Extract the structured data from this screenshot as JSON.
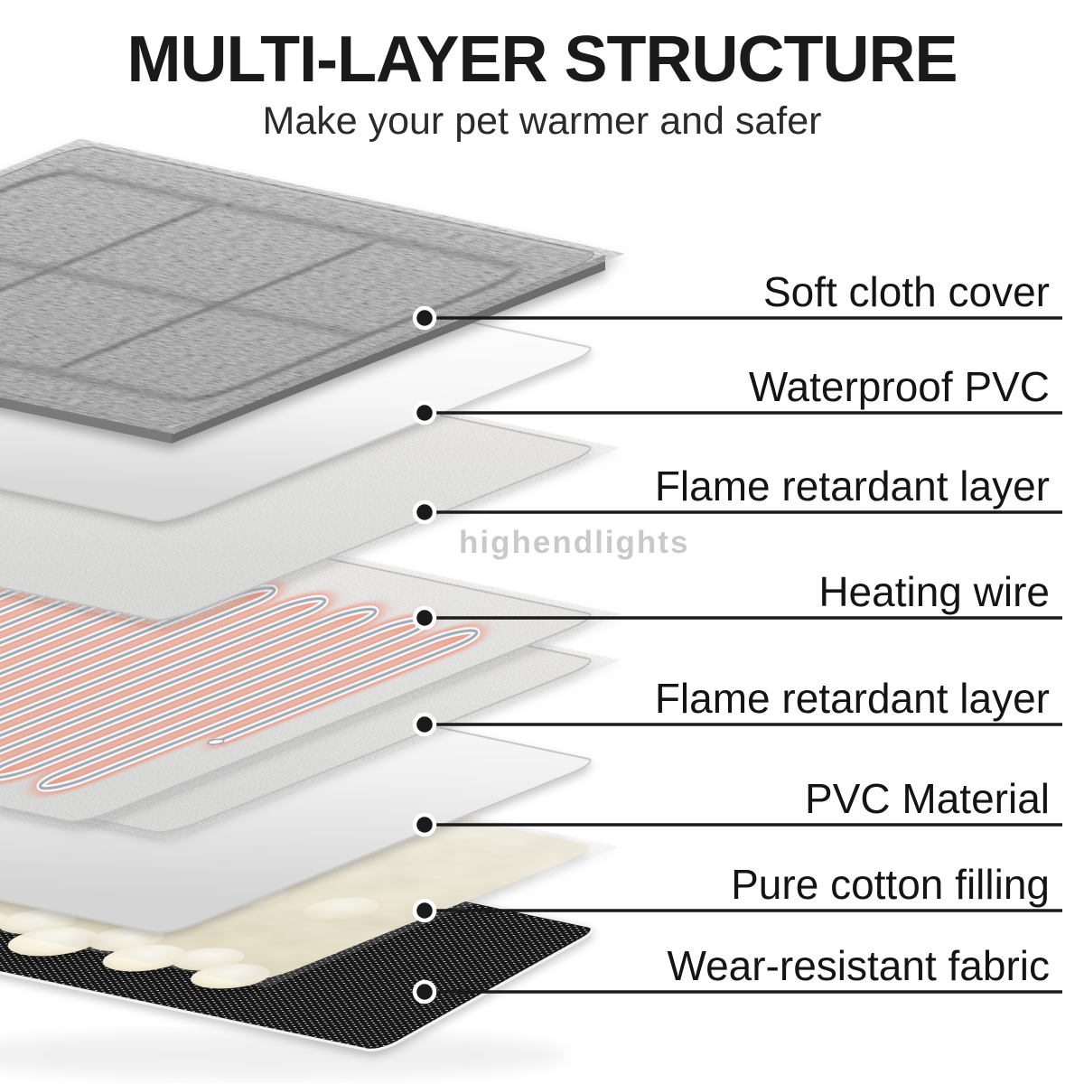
{
  "header": {
    "title": "MULTI-LAYER STRUCTURE",
    "subtitle": "Make your pet warmer and safer"
  },
  "watermark": "highendlights",
  "layers": [
    {
      "id": "soft-cloth-cover",
      "label": "Soft cloth cover"
    },
    {
      "id": "waterproof-pvc",
      "label": "Waterproof PVC"
    },
    {
      "id": "flame-retardant-layer-top",
      "label": "Flame retardant layer"
    },
    {
      "id": "heating-wire",
      "label": "Heating wire"
    },
    {
      "id": "flame-retardant-layer-bottom",
      "label": "Flame retardant layer"
    },
    {
      "id": "pvc-material",
      "label": "PVC Material"
    },
    {
      "id": "pure-cotton-filling",
      "label": "Pure cotton filling"
    },
    {
      "id": "wear-resistant-fabric",
      "label": "Wear-resistant fabric"
    }
  ],
  "colors": {
    "background": "#ffffff",
    "title_text": "#1a1a1a",
    "subtitle_text": "#2b2b2b",
    "label_text": "#141414",
    "callout_line": "#1a1a1a",
    "watermark_text": "#c4c4c4",
    "cover_gray": "#989898",
    "wire_glow": "#ef9077",
    "wire_core": "#97a3ae",
    "fabric_black": "#191919",
    "cotton_cream": "#f3edda"
  }
}
